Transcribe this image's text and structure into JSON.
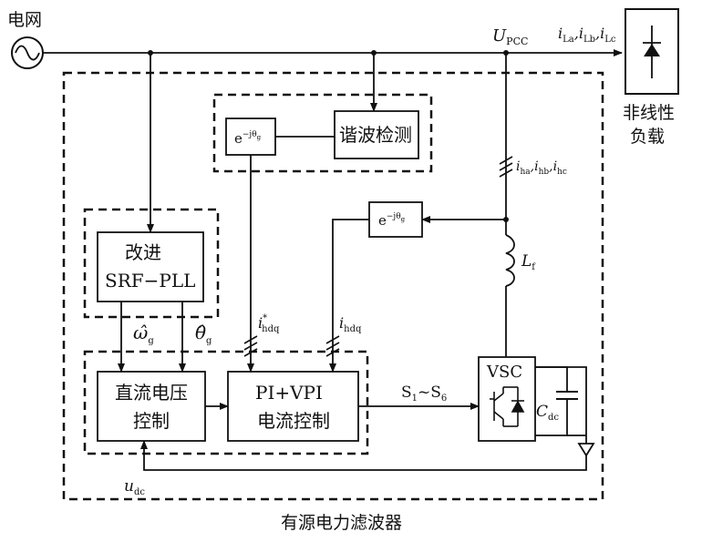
{
  "grid_label": "电网",
  "load_label_line1": "非线性",
  "load_label_line2": "负载",
  "apf_label": "有源电力滤波器",
  "harmonic_detect": "谐波检测",
  "pll_line1": "改进",
  "pll_line2": "SRF−PLL",
  "dc_ctrl_line1": "直流电压",
  "dc_ctrl_line2": "控制",
  "pi_line1": "PI+VPI",
  "pi_line2": "电流控制",
  "vsc": "VSC",
  "upcc_main": "U",
  "upcc_sub": "PCC",
  "load_current_main": "i",
  "load_current_sub_a": "La",
  "load_current_sub_b": "Lb",
  "load_current_sub_c": "Lc",
  "comp_current_sub_a": "ha",
  "comp_current_sub_b": "hb",
  "comp_current_sub_c": "hc",
  "lf_main": "L",
  "lf_sub": "f",
  "cdc_main": "C",
  "cdc_sub": "dc",
  "udc_main": "u",
  "udc_sub": "dc",
  "switches": "S",
  "switches_sub1": "1",
  "switches_sep": "~S",
  "switches_sub6": "6",
  "ihdq_main": "i",
  "ihdq_sub": "hdq",
  "ihdq_star": "*",
  "omega_sub": "g",
  "theta_sub": "g",
  "rot_base": "e",
  "rot_exp": "−jθ",
  "rot_exp_sub": "g"
}
